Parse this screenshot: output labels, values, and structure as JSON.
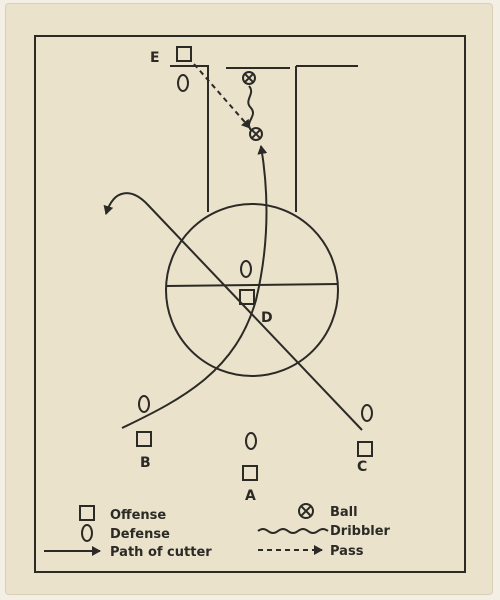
{
  "players": {
    "A": "A",
    "B": "B",
    "C": "C",
    "D": "D",
    "E": "E"
  },
  "legend": {
    "offense": "Offense",
    "defense": "Defense",
    "path_of_cutter": "Path of cutter",
    "ball": "Ball",
    "dribbler": "Dribbler",
    "pass": "Pass"
  },
  "colors": {
    "paper": "#ebe2cb",
    "ink": "#2b2a26"
  },
  "icons": {
    "offense": "square-icon",
    "defense": "oval-icon",
    "ball": "circle-cross-icon",
    "dribbler": "wavy-line-icon",
    "cutter": "solid-arrow-icon",
    "pass": "dashed-arrow-icon"
  }
}
